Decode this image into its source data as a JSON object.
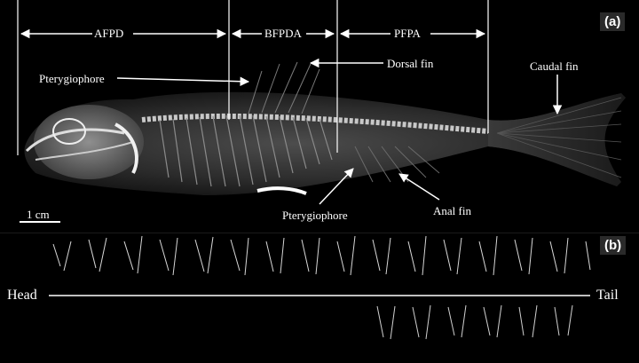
{
  "panels": {
    "a": "(a)",
    "b": "(b)"
  },
  "regions": {
    "afpd": "AFPD",
    "bfpda": "BFPDA",
    "pfpa": "PFPA"
  },
  "labels": {
    "pterygiophore_top": "Pterygiophore",
    "dorsal_fin": "Dorsal fin",
    "caudal_fin": "Caudal fin",
    "pterygiophore_bottom": "Pterygiophore",
    "anal_fin": "Anal fin",
    "scale": "1 cm"
  },
  "axis": {
    "head": "Head",
    "tail": "Tail"
  },
  "colors": {
    "background": "#000000",
    "annotation": "#ffffff"
  }
}
